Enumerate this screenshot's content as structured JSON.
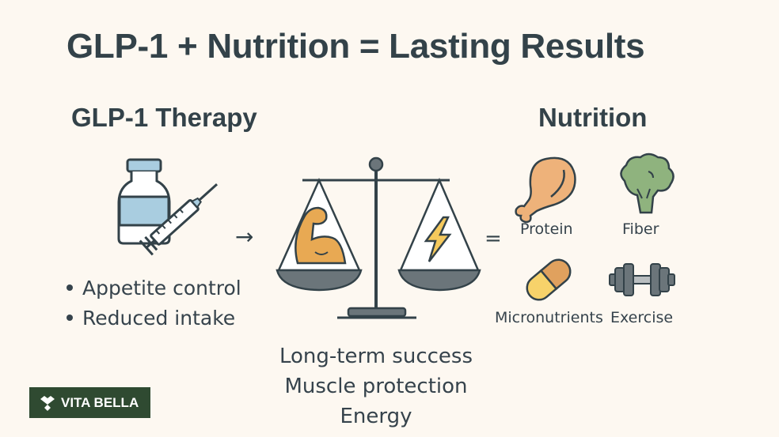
{
  "title": "GLP-1 + Nutrition = Lasting Results",
  "left_section": {
    "heading": "GLP-1 Therapy",
    "icon": "vial-and-syringe-icon",
    "bullets": [
      "Appetite control",
      "Reduced intake"
    ]
  },
  "connectors": {
    "arrow": "→",
    "equals": "="
  },
  "balance": {
    "left_pan_icon": "flexed-arm-muscle-icon",
    "right_pan_icon": "lightning-bolt-icon",
    "outcomes": [
      "Long-term success",
      "Muscle protection",
      "Energy"
    ]
  },
  "right_section": {
    "heading": "Nutrition",
    "items": [
      {
        "label": "Protein",
        "icon": "chicken-drumstick-icon"
      },
      {
        "label": "Fiber",
        "icon": "broccoli-icon"
      },
      {
        "label": "Micronutrients",
        "icon": "capsule-icon"
      },
      {
        "label": "Exercise",
        "icon": "dumbbell-icon"
      }
    ]
  },
  "logo": {
    "text": "VITA BELLA"
  },
  "colors": {
    "background": "#fdf8f1",
    "text": "#334249",
    "vial_fill": "#a9cde0",
    "muscle": "#e8a953",
    "bolt": "#f5c95c",
    "pan": "#6b757a",
    "drumstick": "#eeb27a",
    "broccoli": "#8fb37e",
    "logo_bg": "#2f4a31"
  }
}
